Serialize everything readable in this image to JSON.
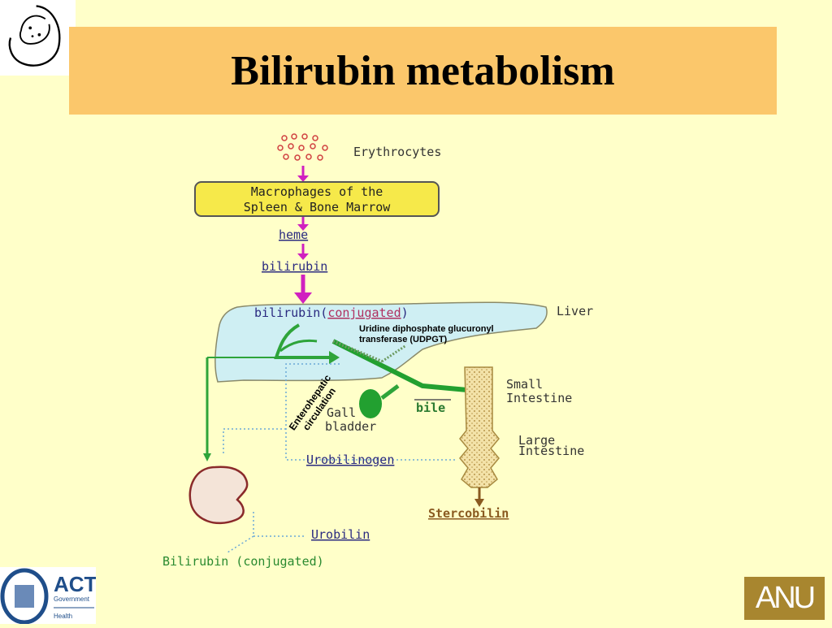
{
  "slide": {
    "title": "Bilirubin metabolism",
    "background_color": "#FFFFC9",
    "title_box_color": "#FBC76B"
  },
  "diagram": {
    "erythrocytes": "Erythrocytes",
    "macrophages_line1": "Macrophages of the",
    "macrophages_line2": "Spleen & Bone Marrow",
    "heme": "heme",
    "bilirubin": "bilirubin",
    "bilirubin_conj_prefix": "bilirubin(",
    "bilirubin_conj_word": "conjugated",
    "bilirubin_conj_suffix": ")",
    "liver": "Liver",
    "udpgt_line1": "Uridine diphosphate glucuronyl",
    "udpgt_line2": "transferase (UDPGT)",
    "enterohepatic_line1": "Enterohepatic",
    "enterohepatic_line2": "circulation",
    "small_intestine_line1": "Small",
    "small_intestine_line2": "Intestine",
    "large_intestine_line1": "Large",
    "large_intestine_line2": "Intestine",
    "gall_line1": "Gall",
    "gall_line2": "bladder",
    "bile": "bile",
    "urobilinogen": "Urobilinogen",
    "stercobilin": "Stercobilin",
    "urobilin": "Urobilin",
    "bilirubin_urine": "Bilirubin (conjugated)"
  },
  "logos": {
    "act_line1": "ACT",
    "act_line2": "Government",
    "act_line3": "Health",
    "anu": "ANU"
  }
}
